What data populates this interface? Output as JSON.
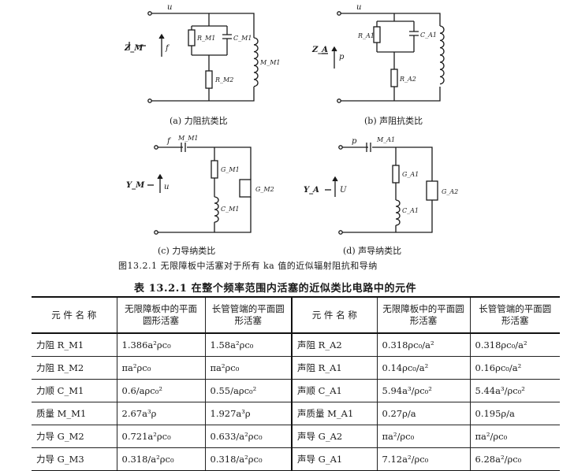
{
  "figure": {
    "panels": [
      {
        "caption": "(a) 力阻抗类比",
        "top_label": "u",
        "input_label": "Z_M",
        "arrow_label": "f",
        "components": {
          "r1": "R_M1",
          "c": "C_M1",
          "m": "M_M1",
          "r2": "R_M2"
        }
      },
      {
        "caption": "(b) 声阻抗类比",
        "top_label": "u",
        "input_label": "Z_A",
        "arrow_label": "p",
        "components": {
          "r1": "R_A1",
          "c": "C_A1",
          "r2": "R_A2"
        }
      },
      {
        "caption": "(c) 力导纳类比",
        "top_label": "f",
        "series_label": "M_M1",
        "input_label": "Y_M",
        "arrow_label": "u",
        "components": {
          "g1": "G_M1",
          "c": "C_M1",
          "g2": "G_M2"
        }
      },
      {
        "caption": "(d) 声导纳类比",
        "top_label": "p",
        "series_label": "M_A1",
        "input_label": "Y_A",
        "arrow_label": "U",
        "components": {
          "g1": "G_A1",
          "c": "C_A1",
          "g2": "G_A2"
        }
      }
    ],
    "caption": "图13.2.1   无限障板中活塞对于所有 ka 值的近似辐射阻抗和导纳"
  },
  "table": {
    "title": "表 13.2.1   在整个频率范围内活塞的近似类比电路中的元件",
    "headers": [
      "元 件 名 称",
      "无限障板中的平面圆形活塞",
      "长管管端的平面圆形活塞",
      "元 件 名 称",
      "无限障板中的平面圆形活塞",
      "长管管端的平面圆形活塞"
    ],
    "rows": [
      [
        "力阻 R_M1",
        "1.386a²ρc₀",
        "1.58a²ρc₀",
        "声阻 R_A2",
        "0.318ρc₀/a²",
        "0.318ρc₀/a²"
      ],
      [
        "力阻 R_M2",
        "πa²ρc₀",
        "πa²ρc₀",
        "声阻 R_A1",
        "0.14ρc₀/a²",
        "0.16ρc₀/a²"
      ],
      [
        "力顺 C_M1",
        "0.6/aρc₀²",
        "0.55/aρc₀²",
        "声顺 C_A1",
        "5.94a³/ρc₀²",
        "5.44a³/ρc₀²"
      ],
      [
        "质量 M_M1",
        "2.67a³ρ",
        "1.927a³ρ",
        "声质量 M_A1",
        "0.27ρ/a",
        "0.195ρ/a"
      ],
      [
        "力导 G_M2",
        "0.721a²ρc₀",
        "0.633/a²ρc₀",
        "声导 G_A2",
        "πa²/ρc₀",
        "πa²/ρc₀"
      ],
      [
        "力导 G_M3",
        "0.318/a²ρc₀",
        "0.318/a²ρc₀",
        "声导 G_A1",
        "7.12a²/ρc₀",
        "6.28a²/ρc₀"
      ]
    ]
  }
}
